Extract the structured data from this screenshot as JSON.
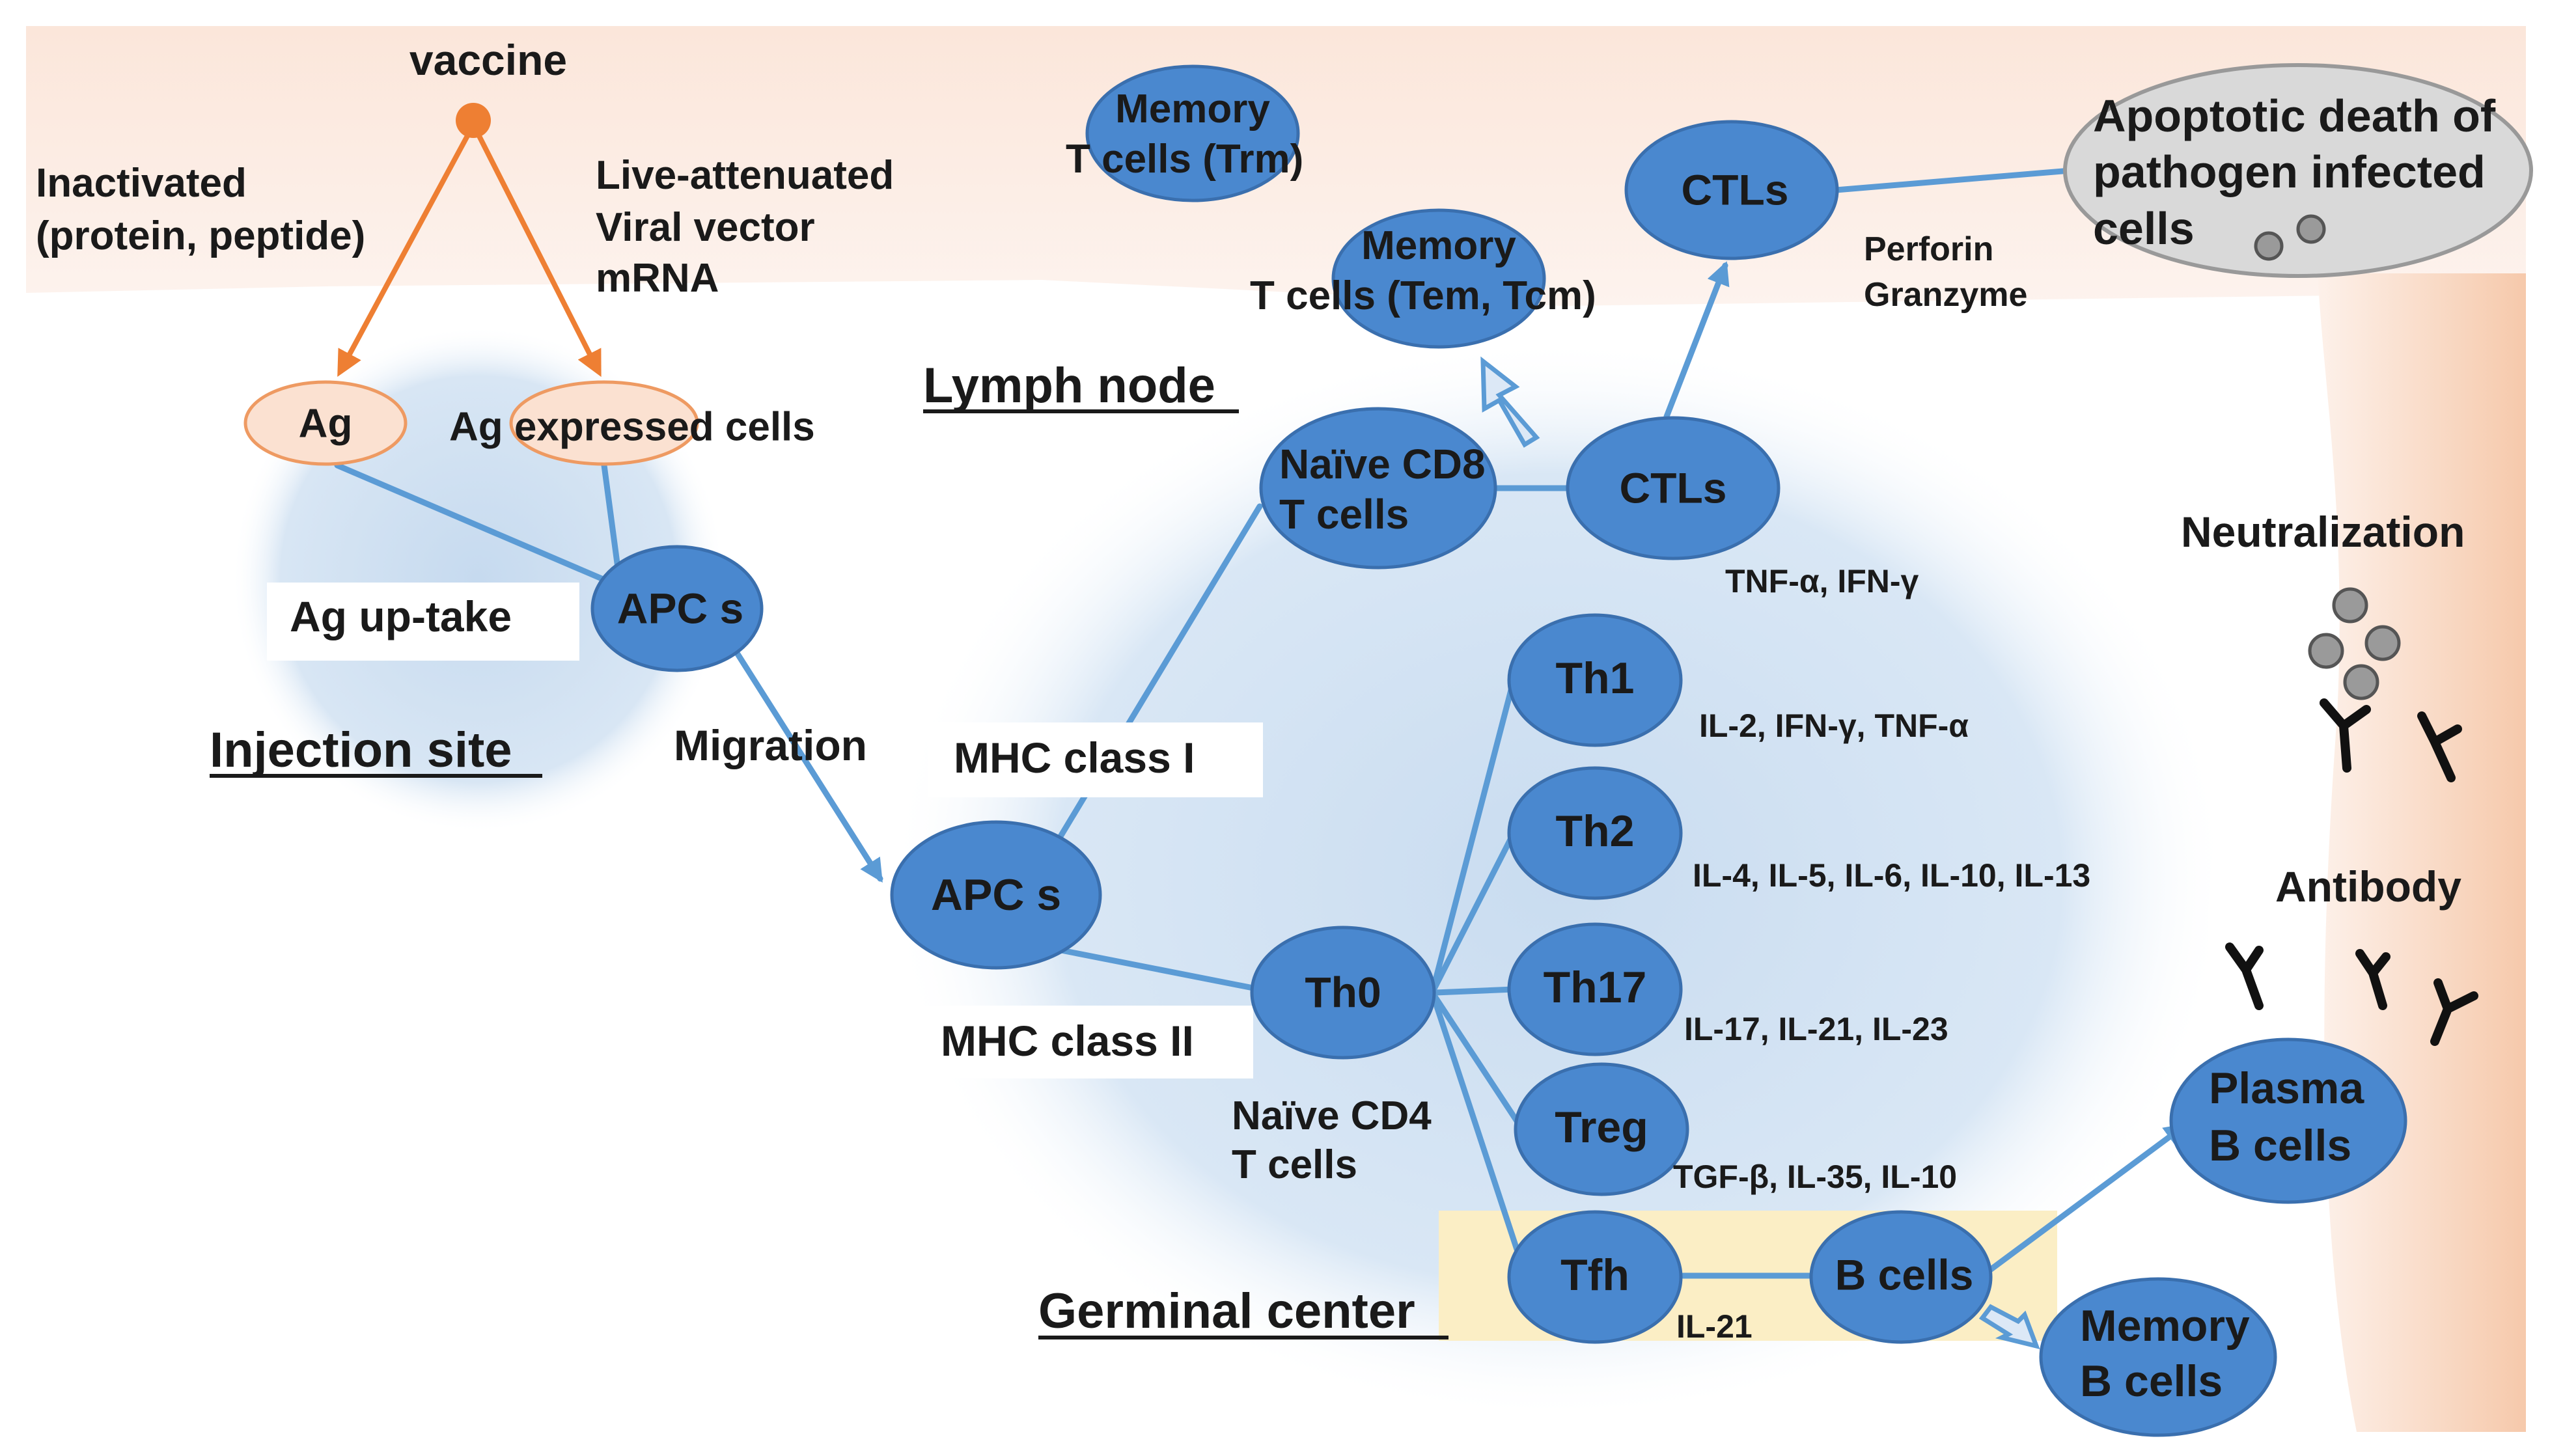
{
  "vaccine": {
    "title": "vaccine",
    "inactivated": [
      "Inactivated",
      "(protein, peptide)"
    ],
    "live": [
      "Live-attenuated",
      "Viral vector",
      "mRNA"
    ]
  },
  "injection_site": {
    "ag": "Ag",
    "ag_expressed": "Ag expressed cells",
    "uptake": "Ag up-take",
    "apc": "APC s",
    "title": "Injection site"
  },
  "migration": "Migration",
  "lymph_node": {
    "title": "Lymph node",
    "apc": "APC s",
    "mhc1": "MHC class I",
    "mhc2": "MHC class II",
    "naive_cd8": [
      "Naïve CD8",
      "T cells"
    ],
    "ctls_inner": "CTLs",
    "ctls_inner_cytokines": "TNF-α, IFN-γ",
    "memory_tem": [
      "Memory",
      "T cells (Tem, Tcm)"
    ],
    "th0": "Th0",
    "naive_cd4": [
      "Naïve CD4",
      "T cells"
    ],
    "th1": "Th1",
    "th1_cytokines": "IL-2, IFN-γ, TNF-α",
    "th2": "Th2",
    "th2_cytokines": "IL-4, IL-5, IL-6, IL-10, IL-13",
    "th17": "Th17",
    "th17_cytokines": "IL-17, IL-21, IL-23",
    "treg": "Treg",
    "treg_cytokines": "TGF-β, IL-35, IL-10",
    "tfh": "Tfh",
    "tfh_cytokine": "IL-21",
    "b_cells": "B cells",
    "germinal_center": "Germinal center"
  },
  "periphery": {
    "memory_trm": [
      "Memory",
      "T cells (Trm)"
    ],
    "ctls": "CTLs",
    "perforin": "Perforin",
    "granzyme": "Granzyme",
    "apoptotic": [
      "Apoptotic death of",
      "pathogen infected",
      "cells"
    ],
    "neutralization": "Neutralization",
    "antibody": "Antibody",
    "plasma": [
      "Plasma",
      "B cells"
    ],
    "memory_b": [
      "Memory",
      "B cells"
    ]
  },
  "colors": {
    "cell_fill": "#4a88cf",
    "link": "#5b9bd5",
    "vaccine_orange": "#ee7f33",
    "antigen_fill": "#fbe1d1",
    "germinal_center": "#fbeec5",
    "lymph_node": "#cfe0f1",
    "skin_band": "#fbe7dc",
    "apoptotic_cell": "#d9d9d9"
  }
}
